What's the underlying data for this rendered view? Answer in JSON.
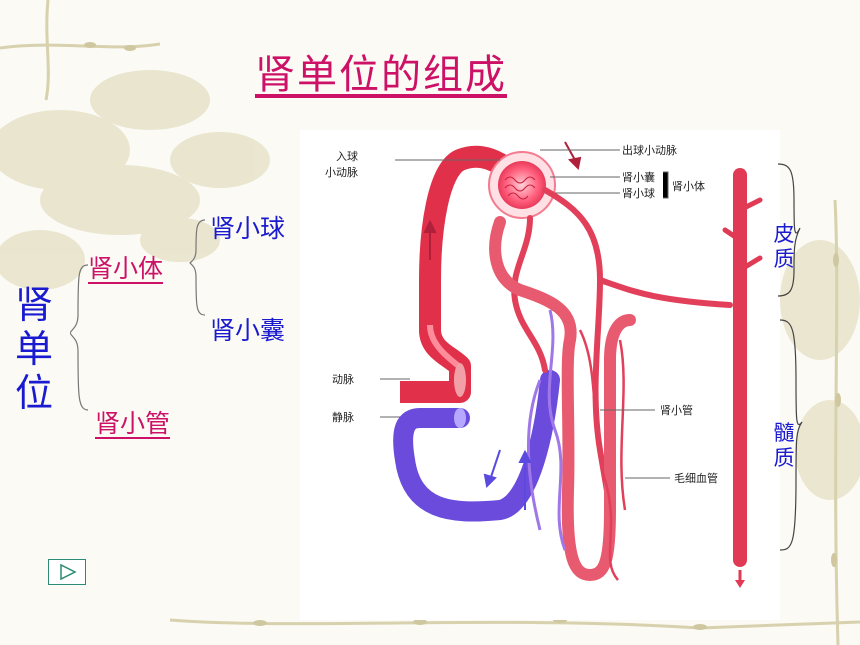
{
  "title": "肾单位的组成",
  "root": "肾单位",
  "branch_corpuscle": "肾小体",
  "branch_glomerulus": "肾小球",
  "branch_capsule": "肾小囊",
  "branch_tubule": "肾小管",
  "diagram_labels": {
    "afferent_line1": "入球",
    "afferent_line2": "小动脉",
    "efferent": "出球小动脉",
    "capsule": "肾小囊",
    "glomerulus": "肾小球",
    "corpuscle": "肾小体",
    "artery": "动脉",
    "vein": "静脉",
    "tubule": "肾小管",
    "capillary": "毛细血管"
  },
  "region_cortex": "皮质",
  "region_medulla": "髓质",
  "colors": {
    "title": "#cc1166",
    "blue_text": "#1a1ad0",
    "artery": "#e0304a",
    "vein": "#6a4bdc"
  },
  "icons": [
    "play-button-icon"
  ]
}
